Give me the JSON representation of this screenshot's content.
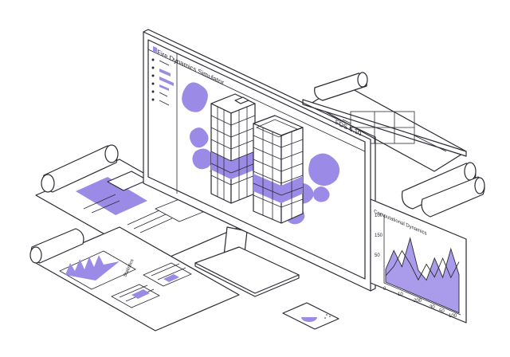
{
  "monitor": {
    "window_title": "Fire Dynamics Simulator",
    "version_label": "FDS 6.10"
  },
  "right_chart": {
    "title": "Computational Dynamics",
    "y_ticks": [
      "100",
      "150",
      "50"
    ],
    "x_ticks": [
      "0",
      "10",
      "200",
      "30",
      "50",
      "100"
    ]
  },
  "left_document": {
    "side_label": "Statistics"
  },
  "colors": {
    "accent": "#9b8be6",
    "accent_soft": "#c7bff2",
    "ink": "#2a2a33",
    "background": "#ffffff"
  },
  "chart_data": {
    "type": "area",
    "title": "Computational Dynamics",
    "series": [
      {
        "values": [
          20,
          55,
          35,
          85,
          40,
          30,
          70,
          45,
          95,
          60
        ]
      },
      {
        "values": [
          10,
          30,
          60,
          45,
          25,
          55,
          40,
          75,
          50,
          80
        ]
      }
    ]
  }
}
